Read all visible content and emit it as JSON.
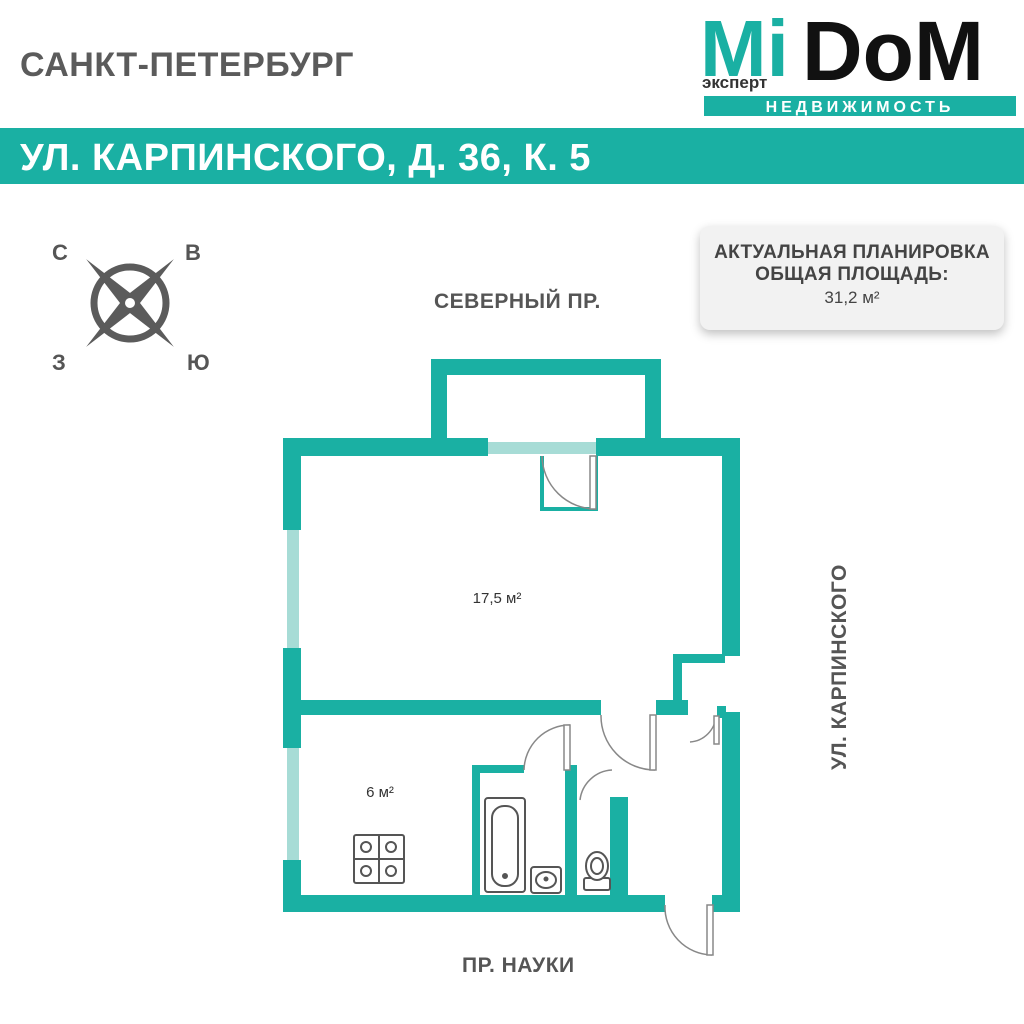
{
  "header": {
    "city": "САНКТ-ПЕТЕРБУРГ",
    "address": "УЛ. КАРПИНСКОГО, Д. 36, К. 5"
  },
  "logo": {
    "mi": "Mi",
    "dom": "DoM",
    "expert": "эксперт",
    "subtitle": "НЕДВИЖИМОСТЬ"
  },
  "info": {
    "line1": "АКТУАЛЬНАЯ ПЛАНИРОВКА",
    "line2": "ОБЩАЯ ПЛОЩАДЬ:",
    "total_area": "31,2 м²"
  },
  "compass": {
    "n": "С",
    "e": "В",
    "w": "З",
    "s": "Ю"
  },
  "streets": {
    "north": "СЕВЕРНЫЙ ПР.",
    "south": "ПР. НАУКИ",
    "east": "УЛ. КАРПИНСКОГО"
  },
  "rooms": {
    "living": "17,5 м²",
    "kitchen": "6 м²"
  },
  "colors": {
    "wall": "#1ab0a3",
    "window": "#a7dcd6",
    "text_gray": "#555555",
    "logo_teal": "#1ab0a3",
    "logo_dark": "#111111"
  }
}
